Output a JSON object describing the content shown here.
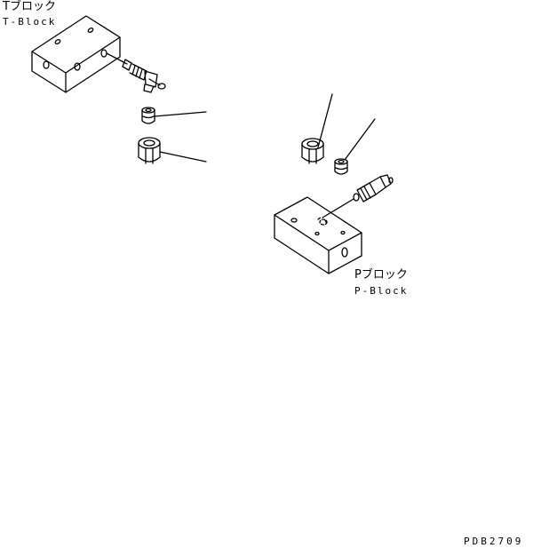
{
  "t_block": {
    "label_ja": "Tブロック",
    "label_en": "T-Block"
  },
  "p_block": {
    "label_ja": "Pブロック",
    "label_en": "P-Block"
  },
  "drawing_code": "PDB2709"
}
